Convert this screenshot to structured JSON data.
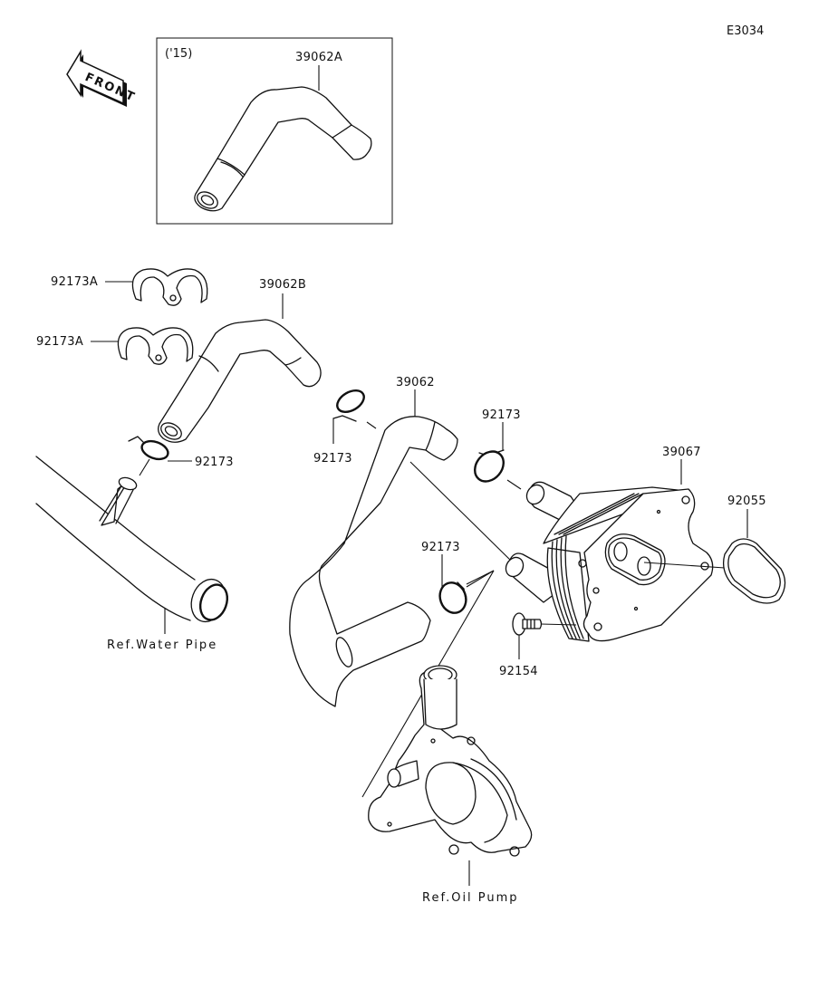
{
  "diagram": {
    "code": "E3034",
    "orientation_icon": {
      "name": "front-arrow-icon",
      "text": "FRONT"
    },
    "inset": {
      "year_label": "('15)",
      "parts": [
        {
          "number": "39062A",
          "description": "hose"
        }
      ]
    },
    "callouts": [
      {
        "id": "clip-upper",
        "number": "92173A"
      },
      {
        "id": "clip-lower",
        "number": "92173A"
      },
      {
        "id": "hose-b",
        "number": "39062B"
      },
      {
        "id": "clamp-water-pipe",
        "number": "92173"
      },
      {
        "id": "hose",
        "number": "39062"
      },
      {
        "id": "clamp-hose-top",
        "number": "92173"
      },
      {
        "id": "clamp-cooler-upper",
        "number": "92173"
      },
      {
        "id": "clamp-cooler-lower",
        "number": "92173"
      },
      {
        "id": "oil-cooler",
        "number": "39067"
      },
      {
        "id": "o-ring",
        "number": "92055"
      },
      {
        "id": "bolt",
        "number": "92154"
      }
    ],
    "references": [
      {
        "id": "water-pipe",
        "label": "Ref.Water Pipe"
      },
      {
        "id": "oil-pump",
        "label": "Ref.Oil Pump"
      }
    ]
  }
}
